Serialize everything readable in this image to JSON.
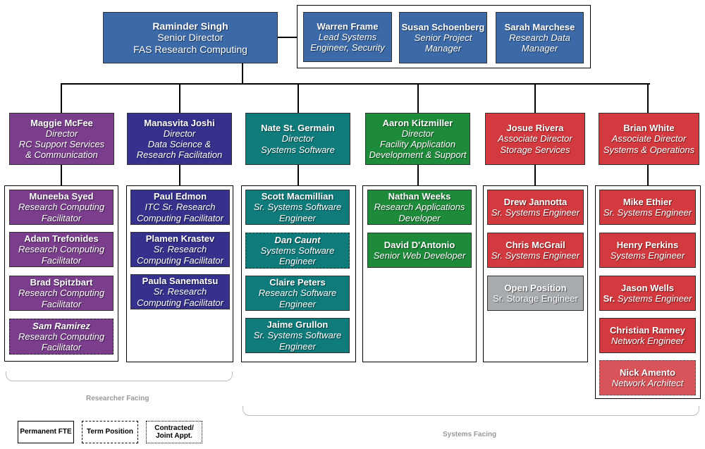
{
  "top": {
    "name": "Raminder Singh",
    "title1": "Senior Director",
    "title2": "FAS Research Computing"
  },
  "staff": [
    {
      "name": "Warren Frame",
      "title1": "Lead Systems",
      "title2": "Engineer, Security"
    },
    {
      "name": "Susan Schoenberg",
      "title1": "Senior Project",
      "title2": "Manager"
    },
    {
      "name": "Sarah Marchese",
      "title1": "Research Data",
      "title2": "Manager"
    }
  ],
  "directors": [
    {
      "name": "Maggie McFee",
      "l1": "Director",
      "l2": "RC Support Services",
      "l3": "& Communication"
    },
    {
      "name": "Manasvita Joshi",
      "l1": "Director",
      "l2": "Data Science &",
      "l3": "Research Facilitation"
    },
    {
      "name": "Nate St. Germain",
      "l1": "Director",
      "l2": "Systems Software",
      "l3": ""
    },
    {
      "name": "Aaron Kitzmiller",
      "l1": "Director",
      "l2": "Facility Application",
      "l3": "Development & Support"
    },
    {
      "name": "Josue Rivera",
      "l1": "Associate Director",
      "l2": "Storage Services",
      "l3": ""
    },
    {
      "name": "Brian White",
      "l1": "Associate Director",
      "l2": "Systems & Operations",
      "l3": ""
    }
  ],
  "col1": [
    {
      "name": "Muneeba Syed",
      "t1": "Research Computing",
      "t2": "Facilitator"
    },
    {
      "name": "Adam Trefonides",
      "t1": "Research Computing",
      "t2": "Facilitator"
    },
    {
      "name": "Brad Spitzbart",
      "t1": "Research Computing",
      "t2": "Facilitator"
    },
    {
      "name": "Sam Ramirez",
      "t1": "Research Computing",
      "t2": "Facilitator"
    }
  ],
  "col2": [
    {
      "name": "Paul Edmon",
      "t1": "ITC Sr. Research",
      "t2": "Computing Facilitator"
    },
    {
      "name": "Plamen Krastev",
      "t1": "Sr. Research",
      "t2": "Computing Facilitator"
    },
    {
      "name": "Paula Sanematsu",
      "t1": "Sr. Research",
      "t2": "Computing Facilitator"
    }
  ],
  "col3": [
    {
      "name": "Scott Macmillian",
      "t1": "Sr. Systems Software",
      "t2": "Engineer"
    },
    {
      "name": "Dan Caunt",
      "t1": "Systems Software",
      "t2": "Engineer"
    },
    {
      "name": "Claire Peters",
      "t1": "Research Software",
      "t2": "Engineer"
    },
    {
      "name": "Jaime Grullon",
      "t1": "Sr. Systems Software",
      "t2": "Engineer"
    }
  ],
  "col4": [
    {
      "name": "Nathan Weeks",
      "t1": "Research Applications",
      "t2": "Developer"
    },
    {
      "name": "David D'Antonio",
      "t1": "Senior Web Developer",
      "t2": ""
    }
  ],
  "col5": [
    {
      "name": "Drew Jannotta",
      "t1": "Sr. Systems Engineer"
    },
    {
      "name": "Chris McGrail",
      "t1": "Sr. Systems Engineer"
    },
    {
      "name": "Open Position",
      "t1": "Sr. Storage Engineer"
    }
  ],
  "col6": [
    {
      "name": "Mike Ethier",
      "t1": "Sr. Systems Engineer"
    },
    {
      "name": "Henry Perkins",
      "t1": "Systems Engineer"
    },
    {
      "name": "Jason Wells",
      "t1a": "Sr.",
      "t1b": "Systems Engineer"
    },
    {
      "name": "Christian Ranney",
      "t1": "Network Engineer"
    },
    {
      "name": "Nick Amento",
      "t1": "Network Architect"
    }
  ],
  "labels": {
    "researcher_facing": "Researcher Facing",
    "systems_facing": "Systems Facing"
  },
  "legend": {
    "permanent": "Permanent FTE",
    "term": "Term Position",
    "contracted_1": "Contracted/",
    "contracted_2": "Joint Appt."
  }
}
